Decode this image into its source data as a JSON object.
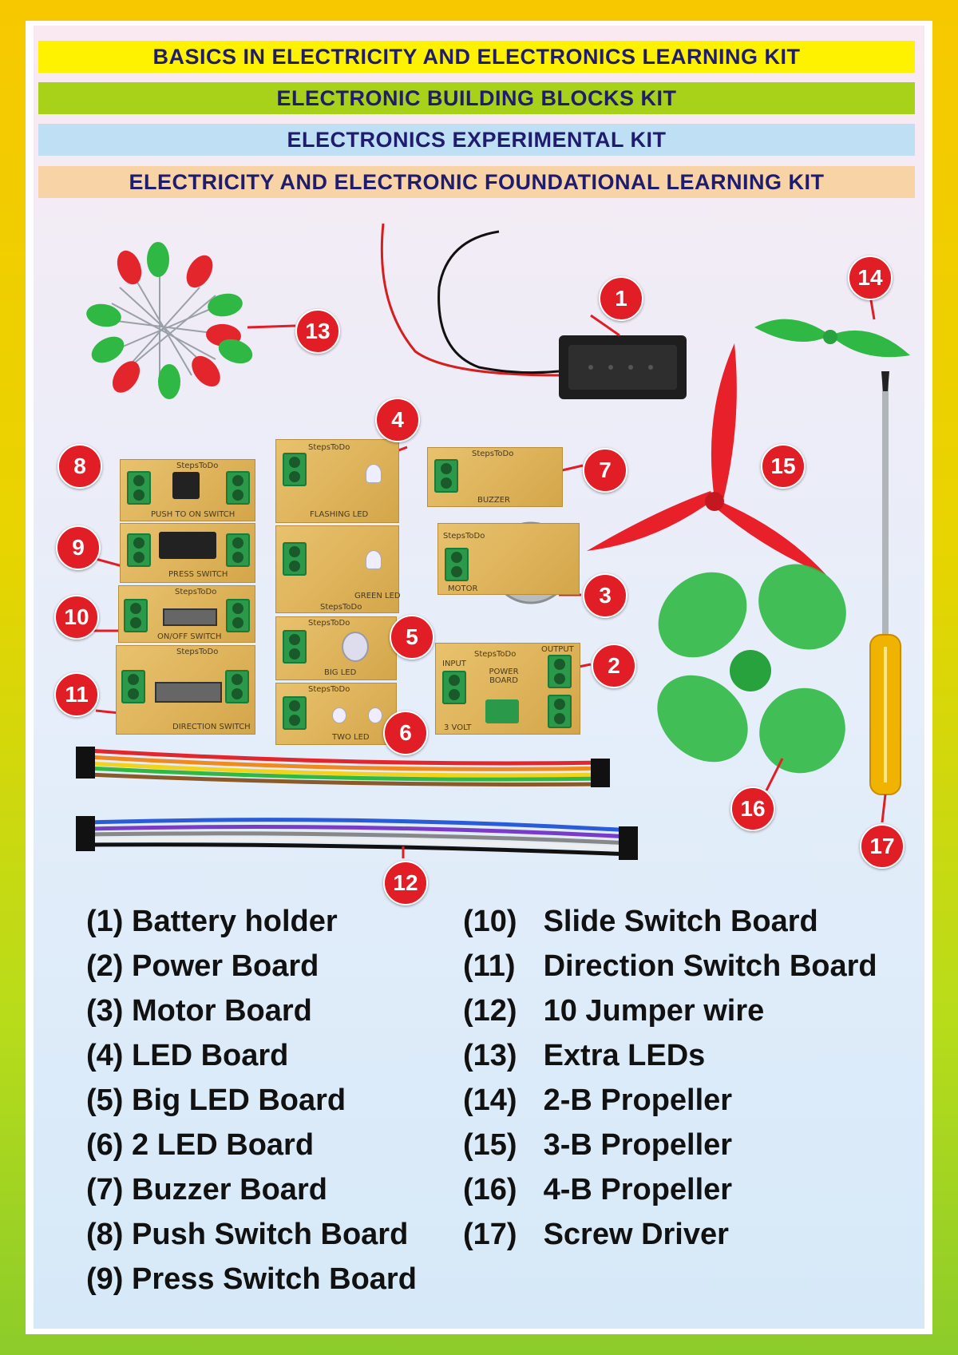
{
  "banners": [
    "BASICS IN ELECTRICITY AND ELECTRONICS LEARNING KIT",
    "ELECTRONIC BUILDING BLOCKS KIT",
    "ELECTRONICS EXPERIMENTAL KIT",
    "ELECTRICITY AND ELECTRONIC FOUNDATIONAL LEARNING KIT"
  ],
  "badges": [
    "1",
    "2",
    "3",
    "4",
    "5",
    "6",
    "7",
    "8",
    "9",
    "10",
    "11",
    "12",
    "13",
    "14",
    "15",
    "16",
    "17"
  ],
  "pcb_labels": {
    "brand": "StepsToDo",
    "push": "PUSH TO ON SWITCH",
    "press": "PRESS SWITCH",
    "slide": "ON/OFF SWITCH",
    "direction": "DIRECTION SWITCH",
    "flashing": "FLASHING LED",
    "green": "GREEN LED",
    "big": "BIG LED",
    "two": "TWO LED",
    "buzzer": "BUZZER",
    "motor": "MOTOR",
    "power": "POWER BOARD",
    "volt": "3 VOLT",
    "input": "INPUT",
    "output": "OUTPUT"
  },
  "items_left": [
    {
      "num": "(1)",
      "label": "Battery holder"
    },
    {
      "num": "(2)",
      "label": "Power Board"
    },
    {
      "num": "(3)",
      "label": "Motor Board"
    },
    {
      "num": "(4)",
      "label": "LED Board"
    },
    {
      "num": "(5)",
      "label": "Big LED Board"
    },
    {
      "num": "(6)",
      "label": "2 LED Board"
    },
    {
      "num": "(7)",
      "label": "Buzzer Board"
    },
    {
      "num": "(8)",
      "label": "Push Switch Board"
    },
    {
      "num": "(9)",
      "label": "Press Switch Board"
    }
  ],
  "items_right": [
    {
      "num": "(10)",
      "label": "Slide Switch Board"
    },
    {
      "num": "(11)",
      "label": "Direction Switch Board"
    },
    {
      "num": "(12)",
      "label": "10 Jumper wire"
    },
    {
      "num": "(13)",
      "label": "Extra LEDs"
    },
    {
      "num": "(14)",
      "label": "2-B Propeller"
    },
    {
      "num": "(15)",
      "label": "3-B Propeller"
    },
    {
      "num": "(16)",
      "label": "4-B Propeller"
    },
    {
      "num": "(17)",
      "label": "Screw Driver"
    }
  ],
  "colors": {
    "badge": "#e11d25",
    "banner_text": "#1f1c6e",
    "pcb": "#d4a64a",
    "terminal": "#2a9a4a",
    "propeller_green": "#2fb844",
    "propeller_red": "#e8202a"
  }
}
